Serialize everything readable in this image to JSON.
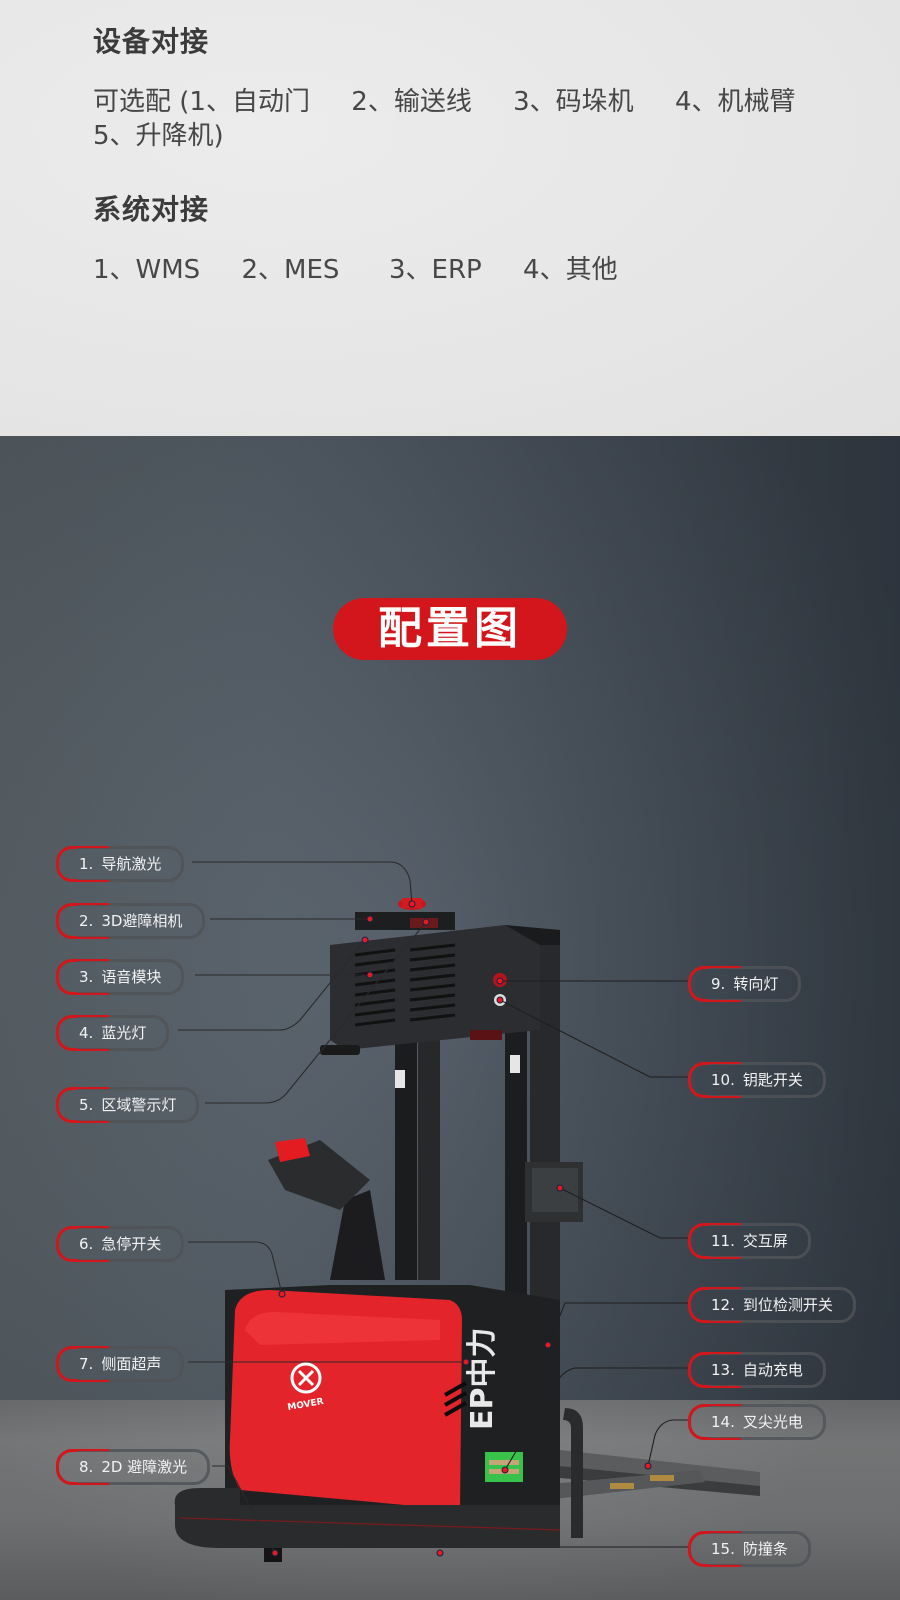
{
  "equipment_section": {
    "title": "设备对接",
    "line1": "可选配 (1、自动门     2、输送线     3、码垛机     4、机械臂",
    "line2": "5、升降机)"
  },
  "system_section": {
    "title": "系统对接",
    "line1": "1、WMS     2、MES      3、ERP     4、其他"
  },
  "diagram": {
    "title": "配置图",
    "accent_color": "#d3161b",
    "brand_logo": "MOVER",
    "brand_text": "EP中力",
    "callouts": [
      {
        "num": "1.",
        "label": "导航激光"
      },
      {
        "num": "2.",
        "label": "3D避障相机"
      },
      {
        "num": "3.",
        "label": "语音模块"
      },
      {
        "num": "4.",
        "label": "蓝光灯"
      },
      {
        "num": "5.",
        "label": "区域警示灯"
      },
      {
        "num": "6.",
        "label": "急停开关"
      },
      {
        "num": "7.",
        "label": "侧面超声"
      },
      {
        "num": "8.",
        "label": "2D 避障激光"
      },
      {
        "num": "9.",
        "label": "转向灯"
      },
      {
        "num": "10.",
        "label": "钥匙开关"
      },
      {
        "num": "11.",
        "label": "交互屏"
      },
      {
        "num": "12.",
        "label": "到位检测开关"
      },
      {
        "num": "13.",
        "label": "自动充电"
      },
      {
        "num": "14.",
        "label": "叉尖光电"
      },
      {
        "num": "15.",
        "label": "防撞条"
      }
    ]
  }
}
